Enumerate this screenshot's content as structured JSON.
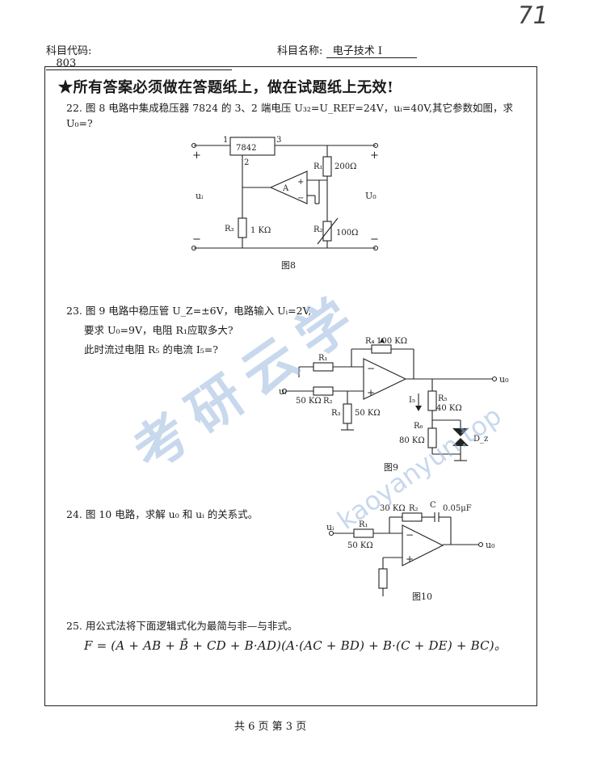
{
  "page_mark": "71",
  "header": {
    "code_label": "科目代码:",
    "code_value": "803",
    "name_label": "科目名称:",
    "name_value": "电子技术 I"
  },
  "notice": "★所有答案必须做在答题纸上，做在试题纸上无效!",
  "q22": {
    "text": "22. 图 8 电路中集成稳压器 7824 的 3、2 端电压 U₃₂=U_REF=24V，uᵢ=40V,其它参数如图，求 U₀=?",
    "chip": "7842",
    "pin1": "1",
    "pin2": "2",
    "pin3": "3",
    "r1": "R₁",
    "r1_val": "200Ω",
    "r2": "R₂",
    "r2_val": "100Ω",
    "r3": "R₃",
    "r3_val": "1 KΩ",
    "opamp_label": "A",
    "plus": "+",
    "minus": "−",
    "ui": "uᵢ",
    "uo": "U₀",
    "caption": "图8"
  },
  "q23": {
    "line1": "23. 图 9 电路中稳压管 U_Z=±6V，电路输入 Uᵢ=2V,",
    "line2": "要求 U₀=9V，电阻 R₁应取多大?",
    "line3": "此时流过电阻 R₅ 的电流 I₅=?",
    "r1": "R₁",
    "r2": "R₂",
    "r2_val": "50 KΩ",
    "r3": "R₃",
    "r3_val": "50 KΩ",
    "r4": "R₄",
    "r4_val": "100 KΩ",
    "r5": "R₅",
    "r5_val": "40 KΩ",
    "r6": "R₆",
    "r6_val": "80 KΩ",
    "i5": "I₅",
    "dz": "D_z",
    "ui": "uᵢ",
    "uo": "u₀",
    "caption": "图9"
  },
  "q24": {
    "text": "24. 图 10 电路，求解 u₀ 和 uᵢ 的关系式。",
    "r1": "R₁",
    "r1_val": "50 KΩ",
    "r2": "R₂",
    "r2_val": "30 KΩ",
    "c": "C",
    "c_val": "0.05μF",
    "ui": "uᵢ",
    "uo": "u₀",
    "caption": "图10"
  },
  "q25": {
    "text": "25. 用公式法将下面逻辑式化为最简与非—与非式。",
    "formula": "F = (A + AB + B̄ + CD + B·AD)(A·(AC + BD) + B·(C + DE) + BC)。"
  },
  "footer": "共 6 页 第 3 页",
  "watermark": {
    "cn": "考研云学",
    "url": "kaoyanyun.top"
  }
}
